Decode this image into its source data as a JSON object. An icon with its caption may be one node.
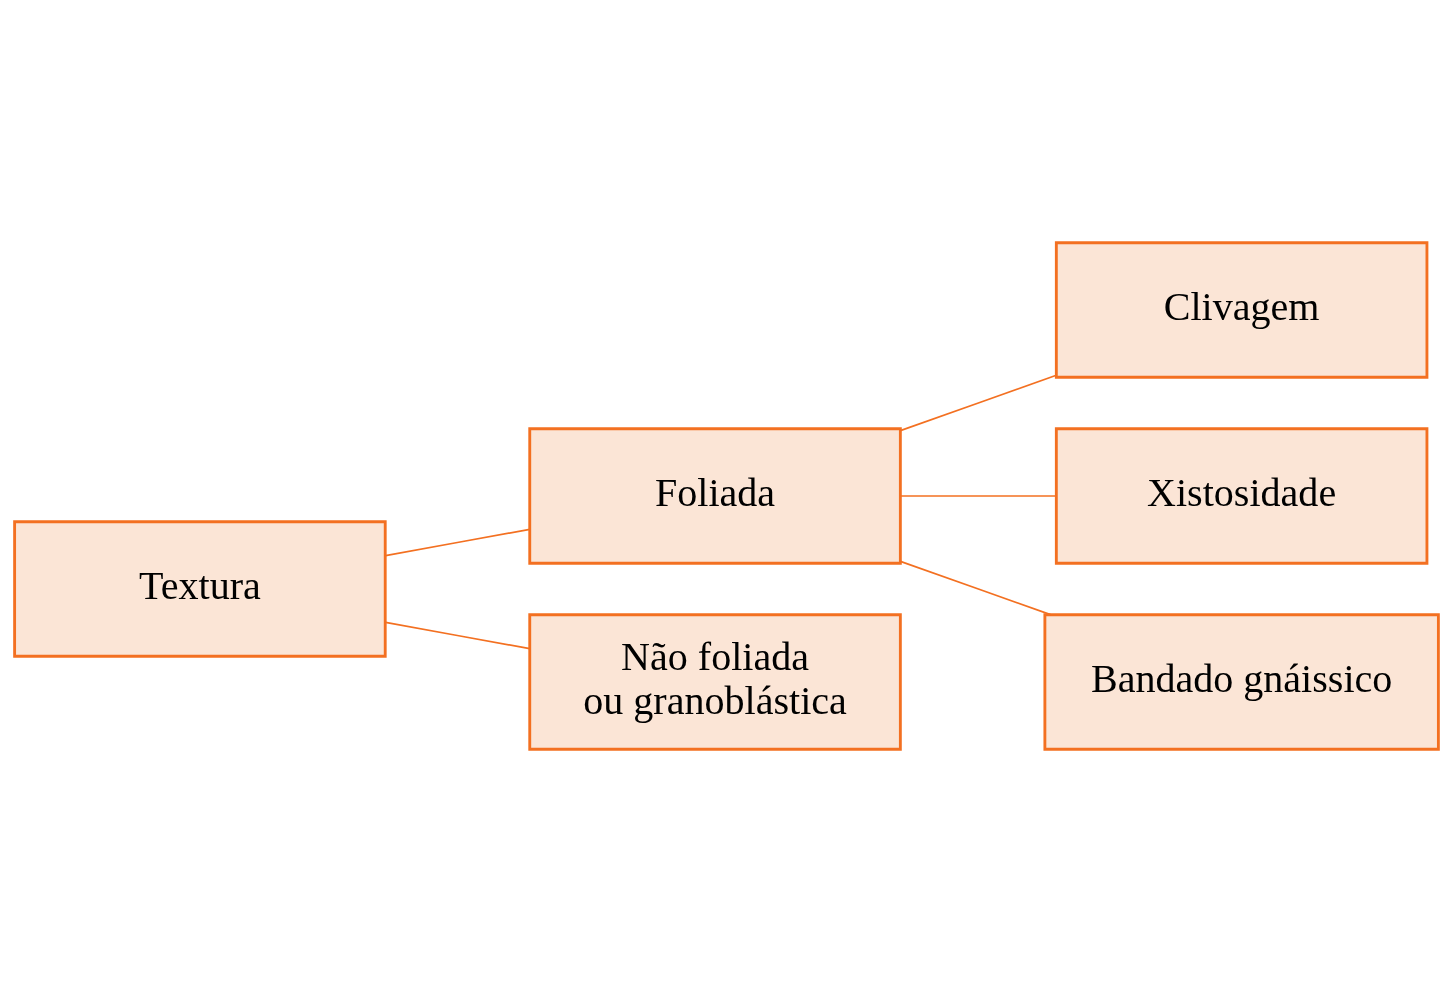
{
  "diagram": {
    "nodes": [
      {
        "text": [
          "Textura"
        ]
      },
      {
        "text": [
          "Foliada"
        ]
      },
      {
        "text": [
          "Clivagem"
        ]
      },
      {
        "text": [
          "Xistosidade"
        ]
      },
      {
        "text": [
          "Bandado gnáissico"
        ]
      },
      {
        "text": [
          "Não foliada ou granoblástica"
        ]
      }
    ],
    "edges": [
      {
        "from": 0,
        "to": 1,
        "arrow": "none"
      },
      {
        "from": 0,
        "to": 5,
        "arrow": "none"
      },
      {
        "from": 1,
        "to": 2,
        "arrow": "none"
      },
      {
        "from": 1,
        "to": 3,
        "arrow": "none"
      },
      {
        "from": 1,
        "to": 4,
        "arrow": "none"
      }
    ]
  }
}
